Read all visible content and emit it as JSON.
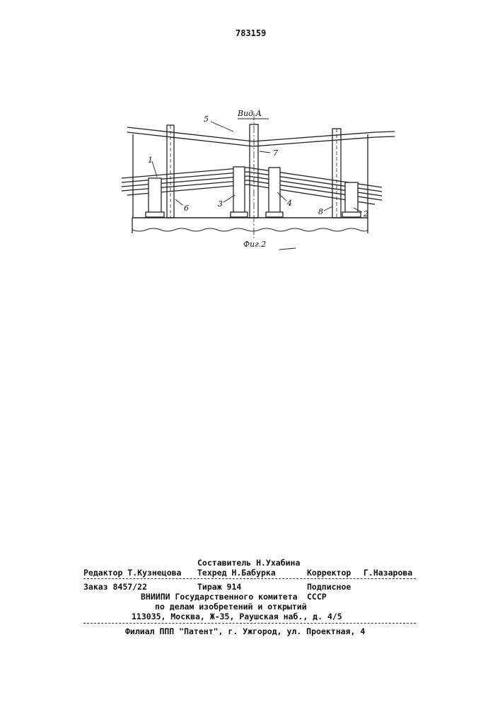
{
  "document": {
    "patent_number": "783159"
  },
  "figure": {
    "view_label": "Вид А",
    "caption": "Фиг.2",
    "labels": [
      "1",
      "2",
      "3",
      "4",
      "5",
      "6",
      "7",
      "8"
    ]
  },
  "imprint": {
    "compiler": "Составитель Н.Ухабина",
    "editor": "Редактор Т.Кузнецова",
    "techred": "Техред Н.Бабурка",
    "corrector_title": "Корректор",
    "corrector_name": "Г.Назарова",
    "order": "Заказ 8457/22",
    "circulation": "Тираж 914",
    "subscription": "Подписное",
    "org_line1": "ВНИИПИ Государственного комитета",
    "org_line1_tail": "СССР",
    "org_line2": "по делам изобретений и открытий",
    "address": "113035, Москва, Ж-35, Раушская наб., д. 4/5",
    "branch": "Филиал ППП \"Патент\", г. Ужгород, ул. Проектная, 4"
  }
}
